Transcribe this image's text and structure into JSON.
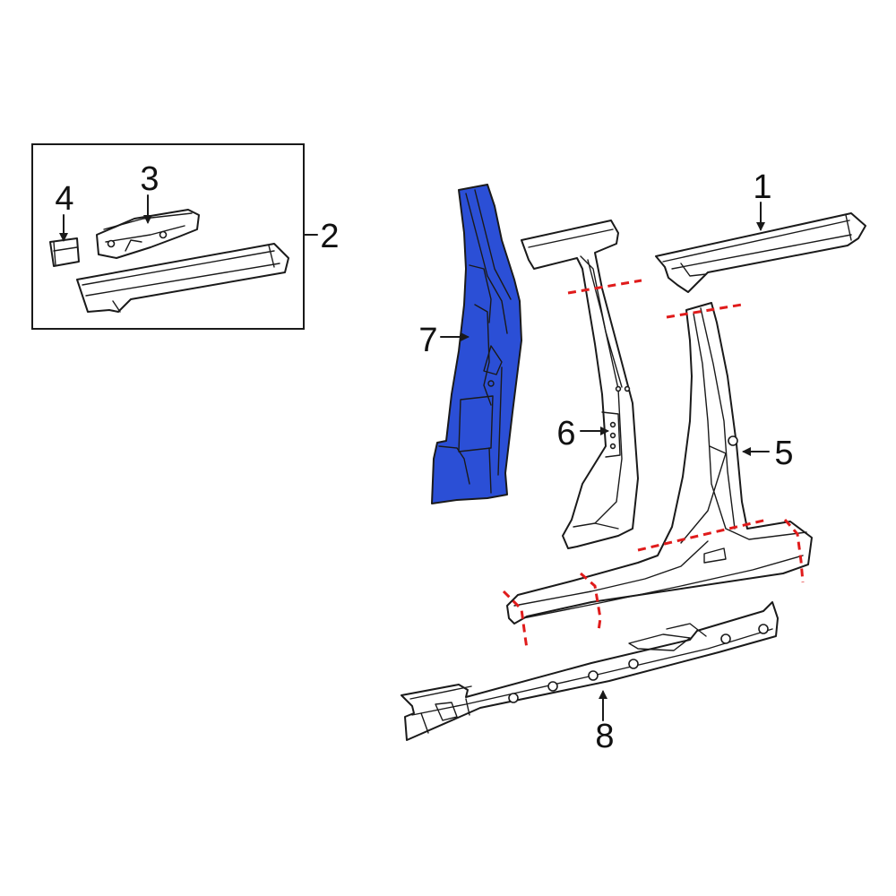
{
  "colors": {
    "highlight_part": "#2b4fd6",
    "cut_line": "#e01b1b",
    "line_art": "#1a1a1a",
    "background": "#ffffff"
  },
  "callouts": {
    "c1": "1",
    "c2": "2",
    "c3": "3",
    "c4": "4",
    "c5": "5",
    "c6": "6",
    "c7": "7",
    "c8": "8"
  },
  "highlighted_callout": "7"
}
